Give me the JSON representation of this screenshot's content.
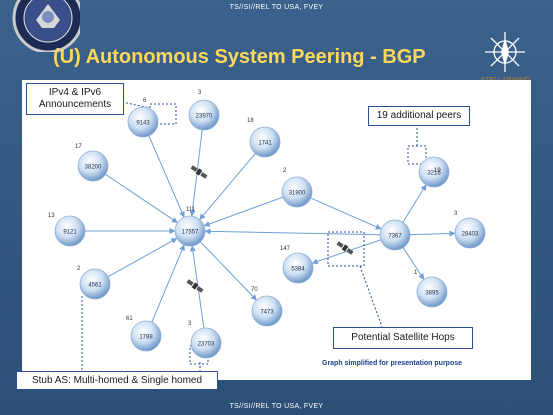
{
  "banners": {
    "top": "TS//SI//REL TO USA, FVEY",
    "bottom": "TS//SI//REL TO USA, FVEY"
  },
  "title": "(U)  Autonomous System Peering - BGP",
  "emblem": {
    "text": "STELLARWIND"
  },
  "callouts": {
    "announcements": [
      "IPv4 & IPv6",
      "Announcements"
    ],
    "peers": "19 additional peers",
    "satellite": "Potential Satellite Hops",
    "stub": "Stub AS: Multi-homed & Single homed"
  },
  "footnote": "Graph simplified for presentation purpose",
  "nodes": [
    {
      "id": "hub",
      "label": "17557",
      "count": "111"
    },
    {
      "id": "n-top",
      "label": "23970",
      "count": "3"
    },
    {
      "id": "n-topleft",
      "label": "9143",
      "count": "6"
    },
    {
      "id": "n-left-upper",
      "label": "38200",
      "count": "17"
    },
    {
      "id": "n-left",
      "label": "9121",
      "count": "13"
    },
    {
      "id": "n-left-lower",
      "label": "4561",
      "count": "2"
    },
    {
      "id": "n-bottomleft",
      "label": "1788",
      "count": "61"
    },
    {
      "id": "n-bottom",
      "label": "23703",
      "count": "3"
    },
    {
      "id": "n-bottomright",
      "label": "7473",
      "count": "70"
    },
    {
      "id": "n-upper-right",
      "label": "1741",
      "count": "18"
    },
    {
      "id": "n-mid",
      "label": "31900",
      "count": "2"
    },
    {
      "id": "n-mid-lower",
      "label": "5384",
      "count": "147"
    },
    {
      "id": "hub2",
      "label": "7367",
      "count": ""
    },
    {
      "id": "n-right-upper",
      "label": "3216",
      "count": "19"
    },
    {
      "id": "n-right",
      "label": "28403",
      "count": "3"
    },
    {
      "id": "n-right-lower",
      "label": "3895",
      "count": "1"
    }
  ],
  "colors": {
    "arrow": "#6f9fd6",
    "callout_border": "#2b4f9a",
    "title": "#ffd75a",
    "dotted": "#2b4f9a"
  }
}
